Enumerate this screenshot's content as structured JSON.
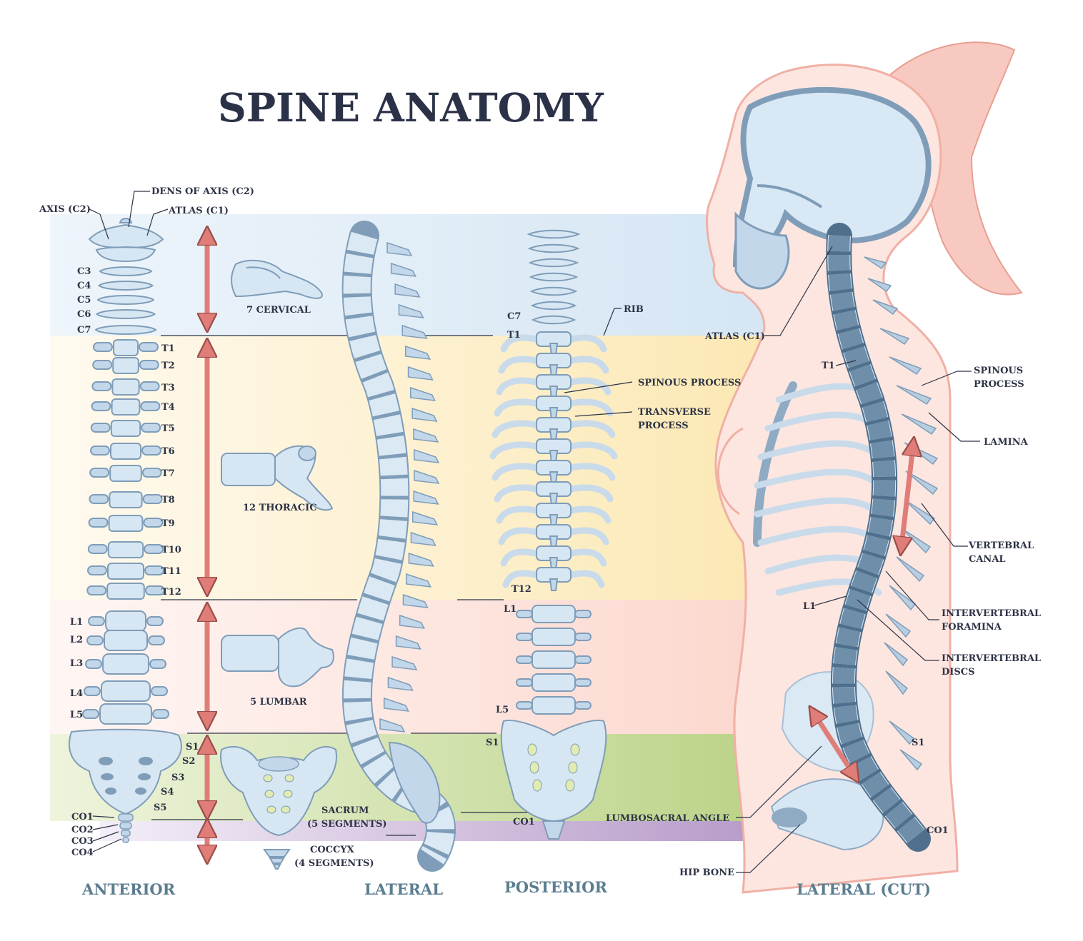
{
  "title": "SPINE ANATOMY",
  "colors": {
    "cervical_band": "#dbe9f5",
    "thoracic_band": "#fdf2cf",
    "lumbar_band": "#fde3dc",
    "sacral_band": "#cfe0a8",
    "coccyx_band": "#c9b4d8",
    "arrow": "#e07d78",
    "bone": "#d6e6f3",
    "bone_outline": "#7f9db8",
    "skin": "#f8c9c0",
    "title": "#2b3248",
    "view_label": "#5c7d90"
  },
  "views": {
    "anterior": "ANTERIOR",
    "lateral": "LATERAL",
    "posterior": "POSTERIOR",
    "lateral_cut": "LATERAL (CUT)"
  },
  "anterior": {
    "top": {
      "dens": "DENS OF AXIS (C2)",
      "axis": "AXIS (C2)",
      "atlas": "ATLAS (C1)"
    },
    "cervical": [
      "C3",
      "C4",
      "C5",
      "C6",
      "C7"
    ],
    "thoracic": [
      "T1",
      "T2",
      "T3",
      "T4",
      "T5",
      "T6",
      "T7",
      "T8",
      "T9",
      "T10",
      "T11",
      "T12"
    ],
    "lumbar": [
      "L1",
      "L2",
      "L3",
      "L4",
      "L5"
    ],
    "sacral": [
      "S1",
      "S2",
      "S3",
      "S4",
      "S5"
    ],
    "coccygeal": [
      "CO1",
      "CO2",
      "CO3",
      "CO4"
    ]
  },
  "sections": {
    "cervical": "7 CERVICAL",
    "thoracic": "12 THORACIC",
    "lumbar": "5 LUMBAR",
    "sacrum": [
      "SACRUM",
      "(5 SEGMENTS)"
    ],
    "coccyx": [
      "COCCYX",
      "(4 SEGMENTS)"
    ]
  },
  "posterior": {
    "c7": "C7",
    "t1": "T1",
    "t12": "T12",
    "l1": "L1",
    "l5": "L5",
    "s1": "S1",
    "co1": "CO1",
    "rib": "RIB",
    "spinous": "SPINOUS PROCESS",
    "transverse": [
      "TRANSVERSE",
      "PROCESS"
    ],
    "lumbosacral": "LUMBOSACRAL ANGLE"
  },
  "cut": {
    "atlas": "ATLAS (C1)",
    "t1": "T1",
    "l1": "L1",
    "s1": "S1",
    "co1": "CO1",
    "spinous": [
      "SPINOUS",
      "PROCESS"
    ],
    "lamina": "LAMINA",
    "canal": [
      "VERTEBRAL",
      "CANAL"
    ],
    "foramina": [
      "INTERVERTEBRAL",
      "FORAMINA"
    ],
    "discs": [
      "INTERVERTEBRAL",
      "DISCS"
    ],
    "hip": "HIP BONE"
  }
}
